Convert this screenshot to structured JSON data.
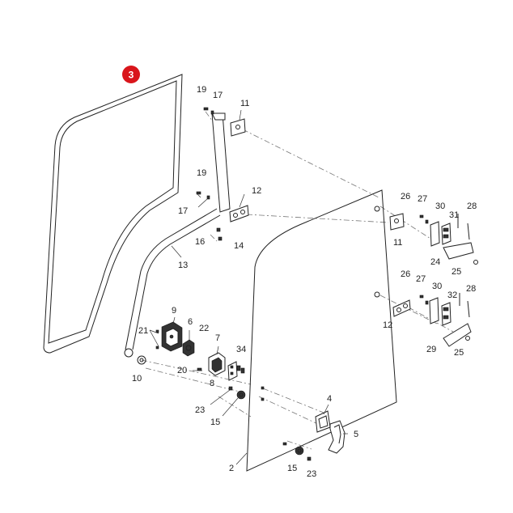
{
  "callout": {
    "number": "3",
    "color": "#d9151b"
  },
  "labels": [
    {
      "id": "lbl-19a",
      "text": "19"
    },
    {
      "id": "lbl-17a",
      "text": "17"
    },
    {
      "id": "lbl-11a",
      "text": "11"
    },
    {
      "id": "lbl-19b",
      "text": "19"
    },
    {
      "id": "lbl-17b",
      "text": "17"
    },
    {
      "id": "lbl-12a",
      "text": "12"
    },
    {
      "id": "lbl-16",
      "text": "16"
    },
    {
      "id": "lbl-14",
      "text": "14"
    },
    {
      "id": "lbl-13",
      "text": "13"
    },
    {
      "id": "lbl-9",
      "text": "9"
    },
    {
      "id": "lbl-21",
      "text": "21"
    },
    {
      "id": "lbl-6",
      "text": "6"
    },
    {
      "id": "lbl-22",
      "text": "22"
    },
    {
      "id": "lbl-7",
      "text": "7"
    },
    {
      "id": "lbl-10",
      "text": "10"
    },
    {
      "id": "lbl-20",
      "text": "20"
    },
    {
      "id": "lbl-8",
      "text": "8"
    },
    {
      "id": "lbl-34",
      "text": "34"
    },
    {
      "id": "lbl-23a",
      "text": "23"
    },
    {
      "id": "lbl-15a",
      "text": "15"
    },
    {
      "id": "lbl-4",
      "text": "4"
    },
    {
      "id": "lbl-5",
      "text": "5"
    },
    {
      "id": "lbl-2",
      "text": "2"
    },
    {
      "id": "lbl-15b",
      "text": "15"
    },
    {
      "id": "lbl-23b",
      "text": "23"
    },
    {
      "id": "lbl-26a",
      "text": "26"
    },
    {
      "id": "lbl-27a",
      "text": "27"
    },
    {
      "id": "lbl-30a",
      "text": "30"
    },
    {
      "id": "lbl-31",
      "text": "31"
    },
    {
      "id": "lbl-28a",
      "text": "28"
    },
    {
      "id": "lbl-11b",
      "text": "11"
    },
    {
      "id": "lbl-24",
      "text": "24"
    },
    {
      "id": "lbl-25a",
      "text": "25"
    },
    {
      "id": "lbl-26b",
      "text": "26"
    },
    {
      "id": "lbl-27b",
      "text": "27"
    },
    {
      "id": "lbl-30b",
      "text": "30"
    },
    {
      "id": "lbl-32",
      "text": "32"
    },
    {
      "id": "lbl-28b",
      "text": "28"
    },
    {
      "id": "lbl-12b",
      "text": "12"
    },
    {
      "id": "lbl-29",
      "text": "29"
    },
    {
      "id": "lbl-25b",
      "text": "25"
    }
  ]
}
